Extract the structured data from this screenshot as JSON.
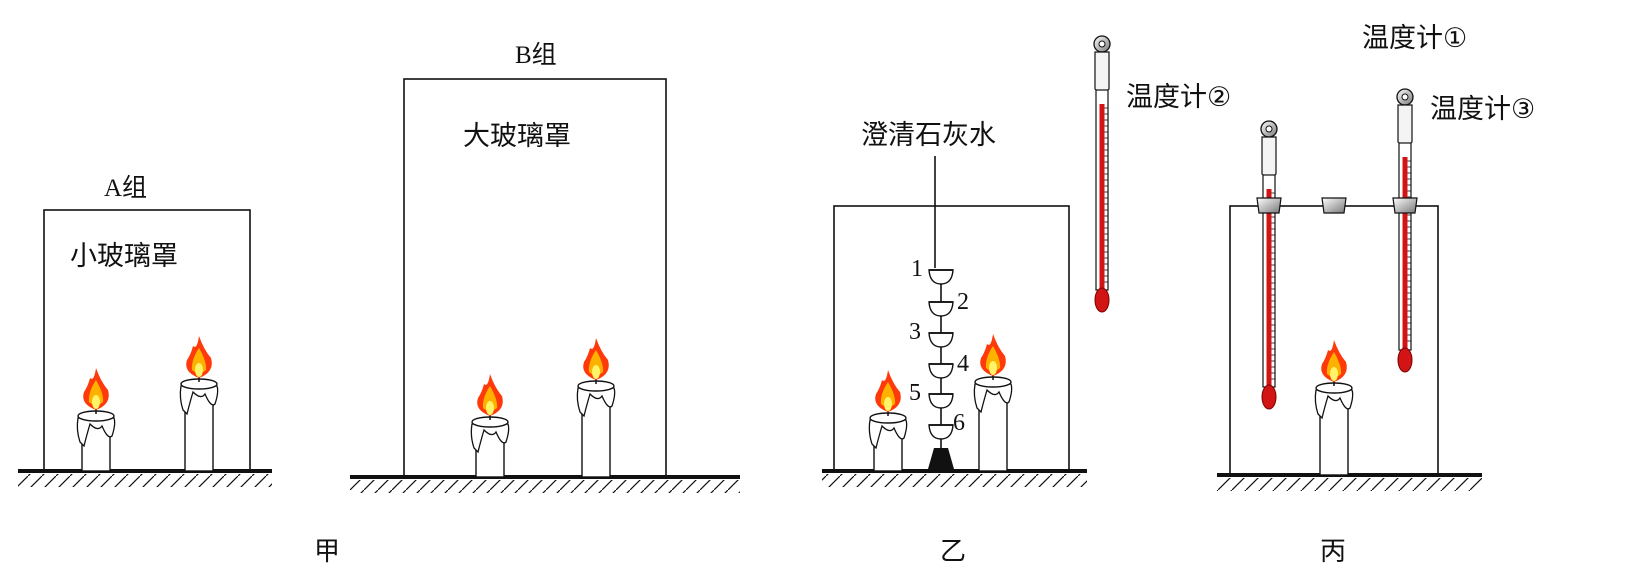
{
  "panel_jia": {
    "caption": "甲",
    "group_a": {
      "label": "A组",
      "jar_label": "小玻璃罩"
    },
    "group_b": {
      "label": "B组",
      "jar_label": "大玻璃罩"
    }
  },
  "panel_yi": {
    "caption": "乙",
    "reagent_label": "澄清石灰水",
    "cup_numbers": [
      "1",
      "2",
      "3",
      "4",
      "5",
      "6"
    ]
  },
  "panel_bing": {
    "caption": "丙",
    "thermometer_1": "温度计①",
    "thermometer_2": "温度计②",
    "thermometer_3": "温度计③"
  },
  "colors": {
    "line": "#111111",
    "flame_outer": "#ff3a0a",
    "flame_mid": "#ffb100",
    "flame_core": "#fff36a",
    "mercury": "#d21414"
  }
}
